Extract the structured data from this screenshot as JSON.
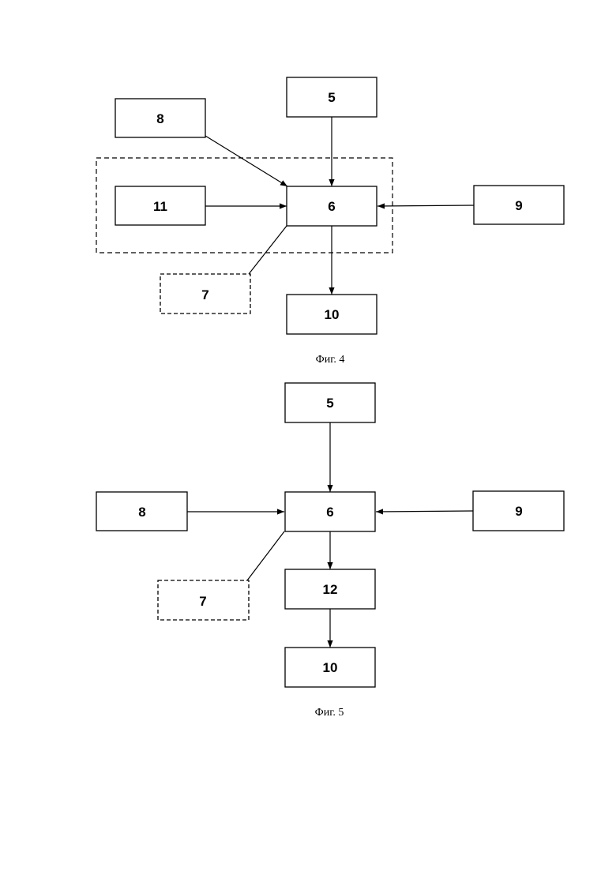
{
  "figures": [
    {
      "caption": "Фиг. 4",
      "blocks": [
        {
          "id": "5",
          "label": "5"
        },
        {
          "id": "8",
          "label": "8"
        },
        {
          "id": "11",
          "label": "11"
        },
        {
          "id": "6",
          "label": "6"
        },
        {
          "id": "9",
          "label": "9"
        },
        {
          "id": "7",
          "label": "7",
          "style": "dashed"
        },
        {
          "id": "10",
          "label": "10"
        }
      ],
      "group": {
        "members": [
          "11",
          "6"
        ],
        "style": "dashed"
      },
      "connections": [
        {
          "from": "5",
          "to": "6",
          "arrow": true
        },
        {
          "from": "8",
          "to": "6",
          "arrow": true
        },
        {
          "from": "11",
          "to": "6",
          "arrow": true
        },
        {
          "from": "9",
          "to": "6",
          "arrow": true
        },
        {
          "from": "6",
          "to": "10",
          "arrow": true
        },
        {
          "from": "6",
          "to": "7",
          "arrow": false
        }
      ]
    },
    {
      "caption": "Фиг. 5",
      "blocks": [
        {
          "id": "5",
          "label": "5"
        },
        {
          "id": "8",
          "label": "8"
        },
        {
          "id": "6",
          "label": "6"
        },
        {
          "id": "9",
          "label": "9"
        },
        {
          "id": "7",
          "label": "7",
          "style": "dashed"
        },
        {
          "id": "12",
          "label": "12"
        },
        {
          "id": "10",
          "label": "10"
        }
      ],
      "connections": [
        {
          "from": "5",
          "to": "6",
          "arrow": true
        },
        {
          "from": "8",
          "to": "6",
          "arrow": true
        },
        {
          "from": "9",
          "to": "6",
          "arrow": true
        },
        {
          "from": "6",
          "to": "12",
          "arrow": true
        },
        {
          "from": "12",
          "to": "10",
          "arrow": true
        },
        {
          "from": "6",
          "to": "7",
          "arrow": false
        }
      ]
    }
  ]
}
